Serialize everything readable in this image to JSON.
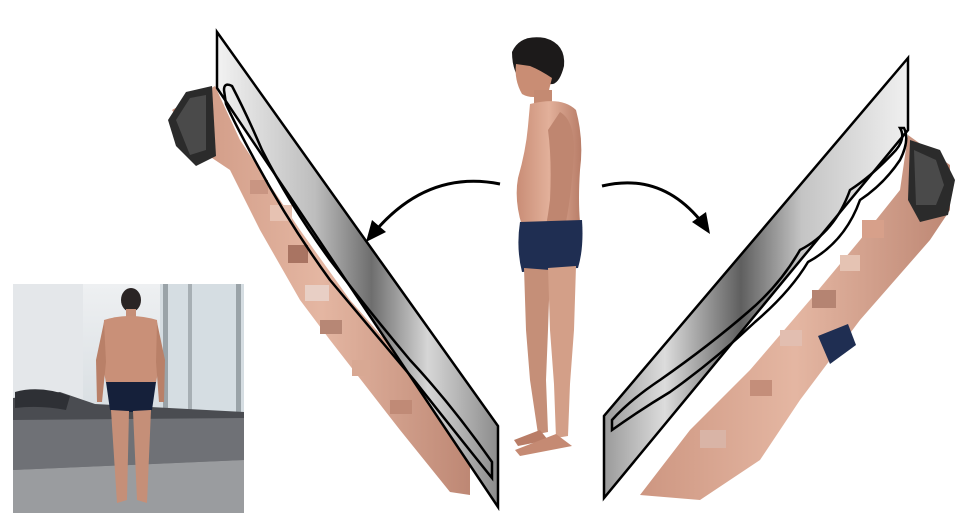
{
  "figure": {
    "colors": {
      "background": "#ffffff",
      "outline": "#000000",
      "skin": "#d9a48b",
      "skin_shadow": "#b77f6a",
      "underwear": "#1f2e52",
      "hair": "#1c1a1a",
      "photo_wall": "#e9ecef",
      "photo_window": "#c9d3d9",
      "bed_dark": "#3b3d42",
      "bed_light": "#8a8c90"
    },
    "icons": {
      "input_photo": "photo-thumbnail",
      "left_arrow": "curved-arrow-left",
      "right_arrow": "curved-arrow-right"
    }
  }
}
